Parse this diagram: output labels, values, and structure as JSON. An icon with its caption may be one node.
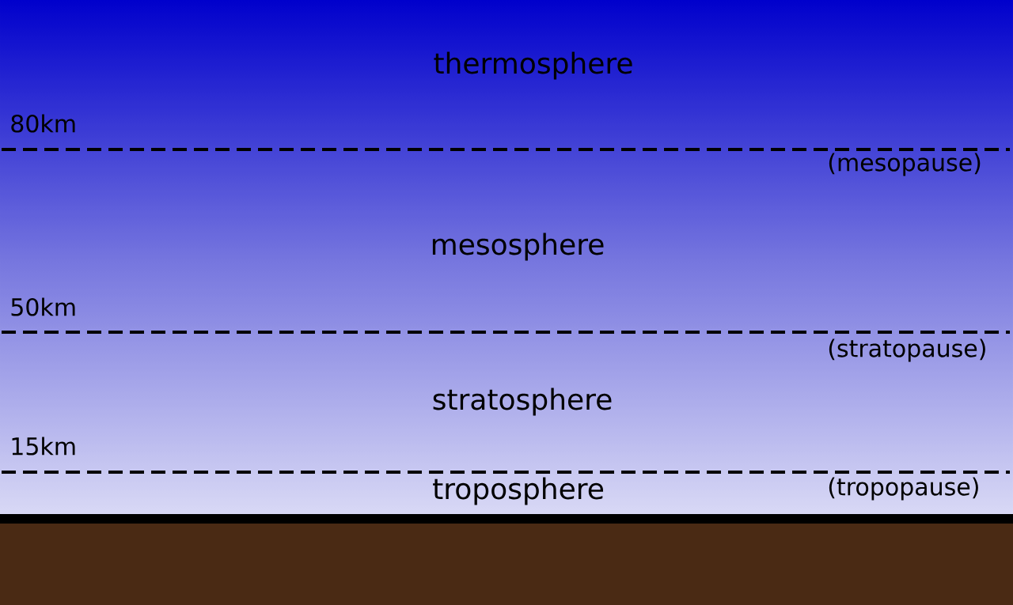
{
  "diagram": {
    "labels": [
      "thermosphere",
      "80km",
      "(mesopause)",
      "mesosphere",
      "50km",
      "(stratopause)",
      "stratosphere",
      "15km",
      "troposphere",
      "(tropopause)"
    ]
  }
}
